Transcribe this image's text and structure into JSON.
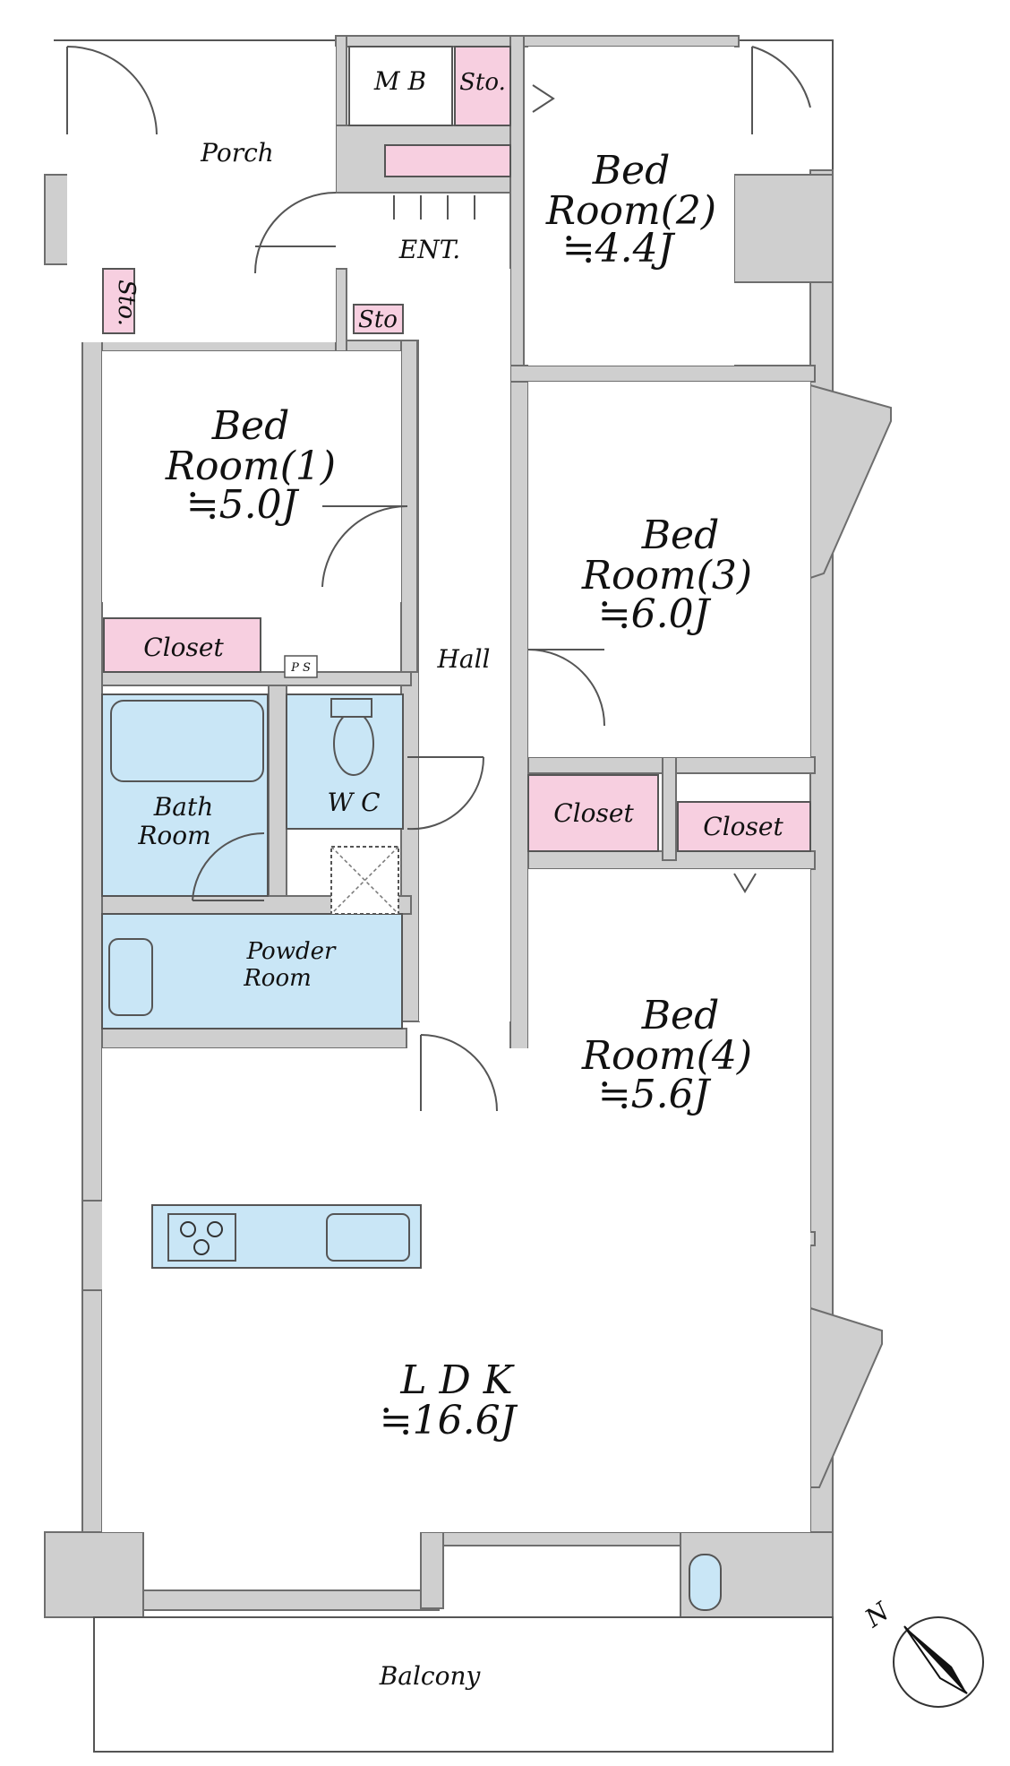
{
  "colors": {
    "wall": "#cfcfcf",
    "wall_edge": "#6e6e6e",
    "storage": "#f7cfe0",
    "wet_area": "#c9e6f6",
    "line": "#555555"
  },
  "labels": {
    "porch": "Porch",
    "mb": "M B",
    "sto_top": "Sto.",
    "sto_porch": "Sto.",
    "sto_hall": "Sto",
    "ent": "ENT.",
    "bed2_line1": "Bed",
    "bed2_line2": "Room(2)",
    "bed2_area": "≒4.4J",
    "bed1_line1": "Bed",
    "bed1_line2": "Room(1)",
    "bed1_area": "≒5.0J",
    "bed3_line1": "Bed",
    "bed3_line2": "Room(3)",
    "bed3_area": "≒6.0J",
    "bed4_line1": "Bed",
    "bed4_line2": "Room(4)",
    "bed4_area": "≒5.6J",
    "closet1": "Closet",
    "closet3": "Closet",
    "closet4": "Closet",
    "ps": "P S",
    "hall": "Hall",
    "bath_line1": "Bath",
    "bath_line2": "Room",
    "wc": "W C",
    "powder_line1": "Powder",
    "powder_line2": "Room",
    "ldk": "L D K",
    "ldk_area": "≒16.6J",
    "balcony": "Balcony",
    "north": "N"
  },
  "icons": {
    "compass": "north-arrow-icon",
    "stove": "stove-burners-icon",
    "sink": "sink-icon",
    "toilet": "toilet-icon",
    "bathtub": "bathtub-icon",
    "washbasin": "washbasin-icon",
    "water_heater": "water-heater-icon"
  }
}
